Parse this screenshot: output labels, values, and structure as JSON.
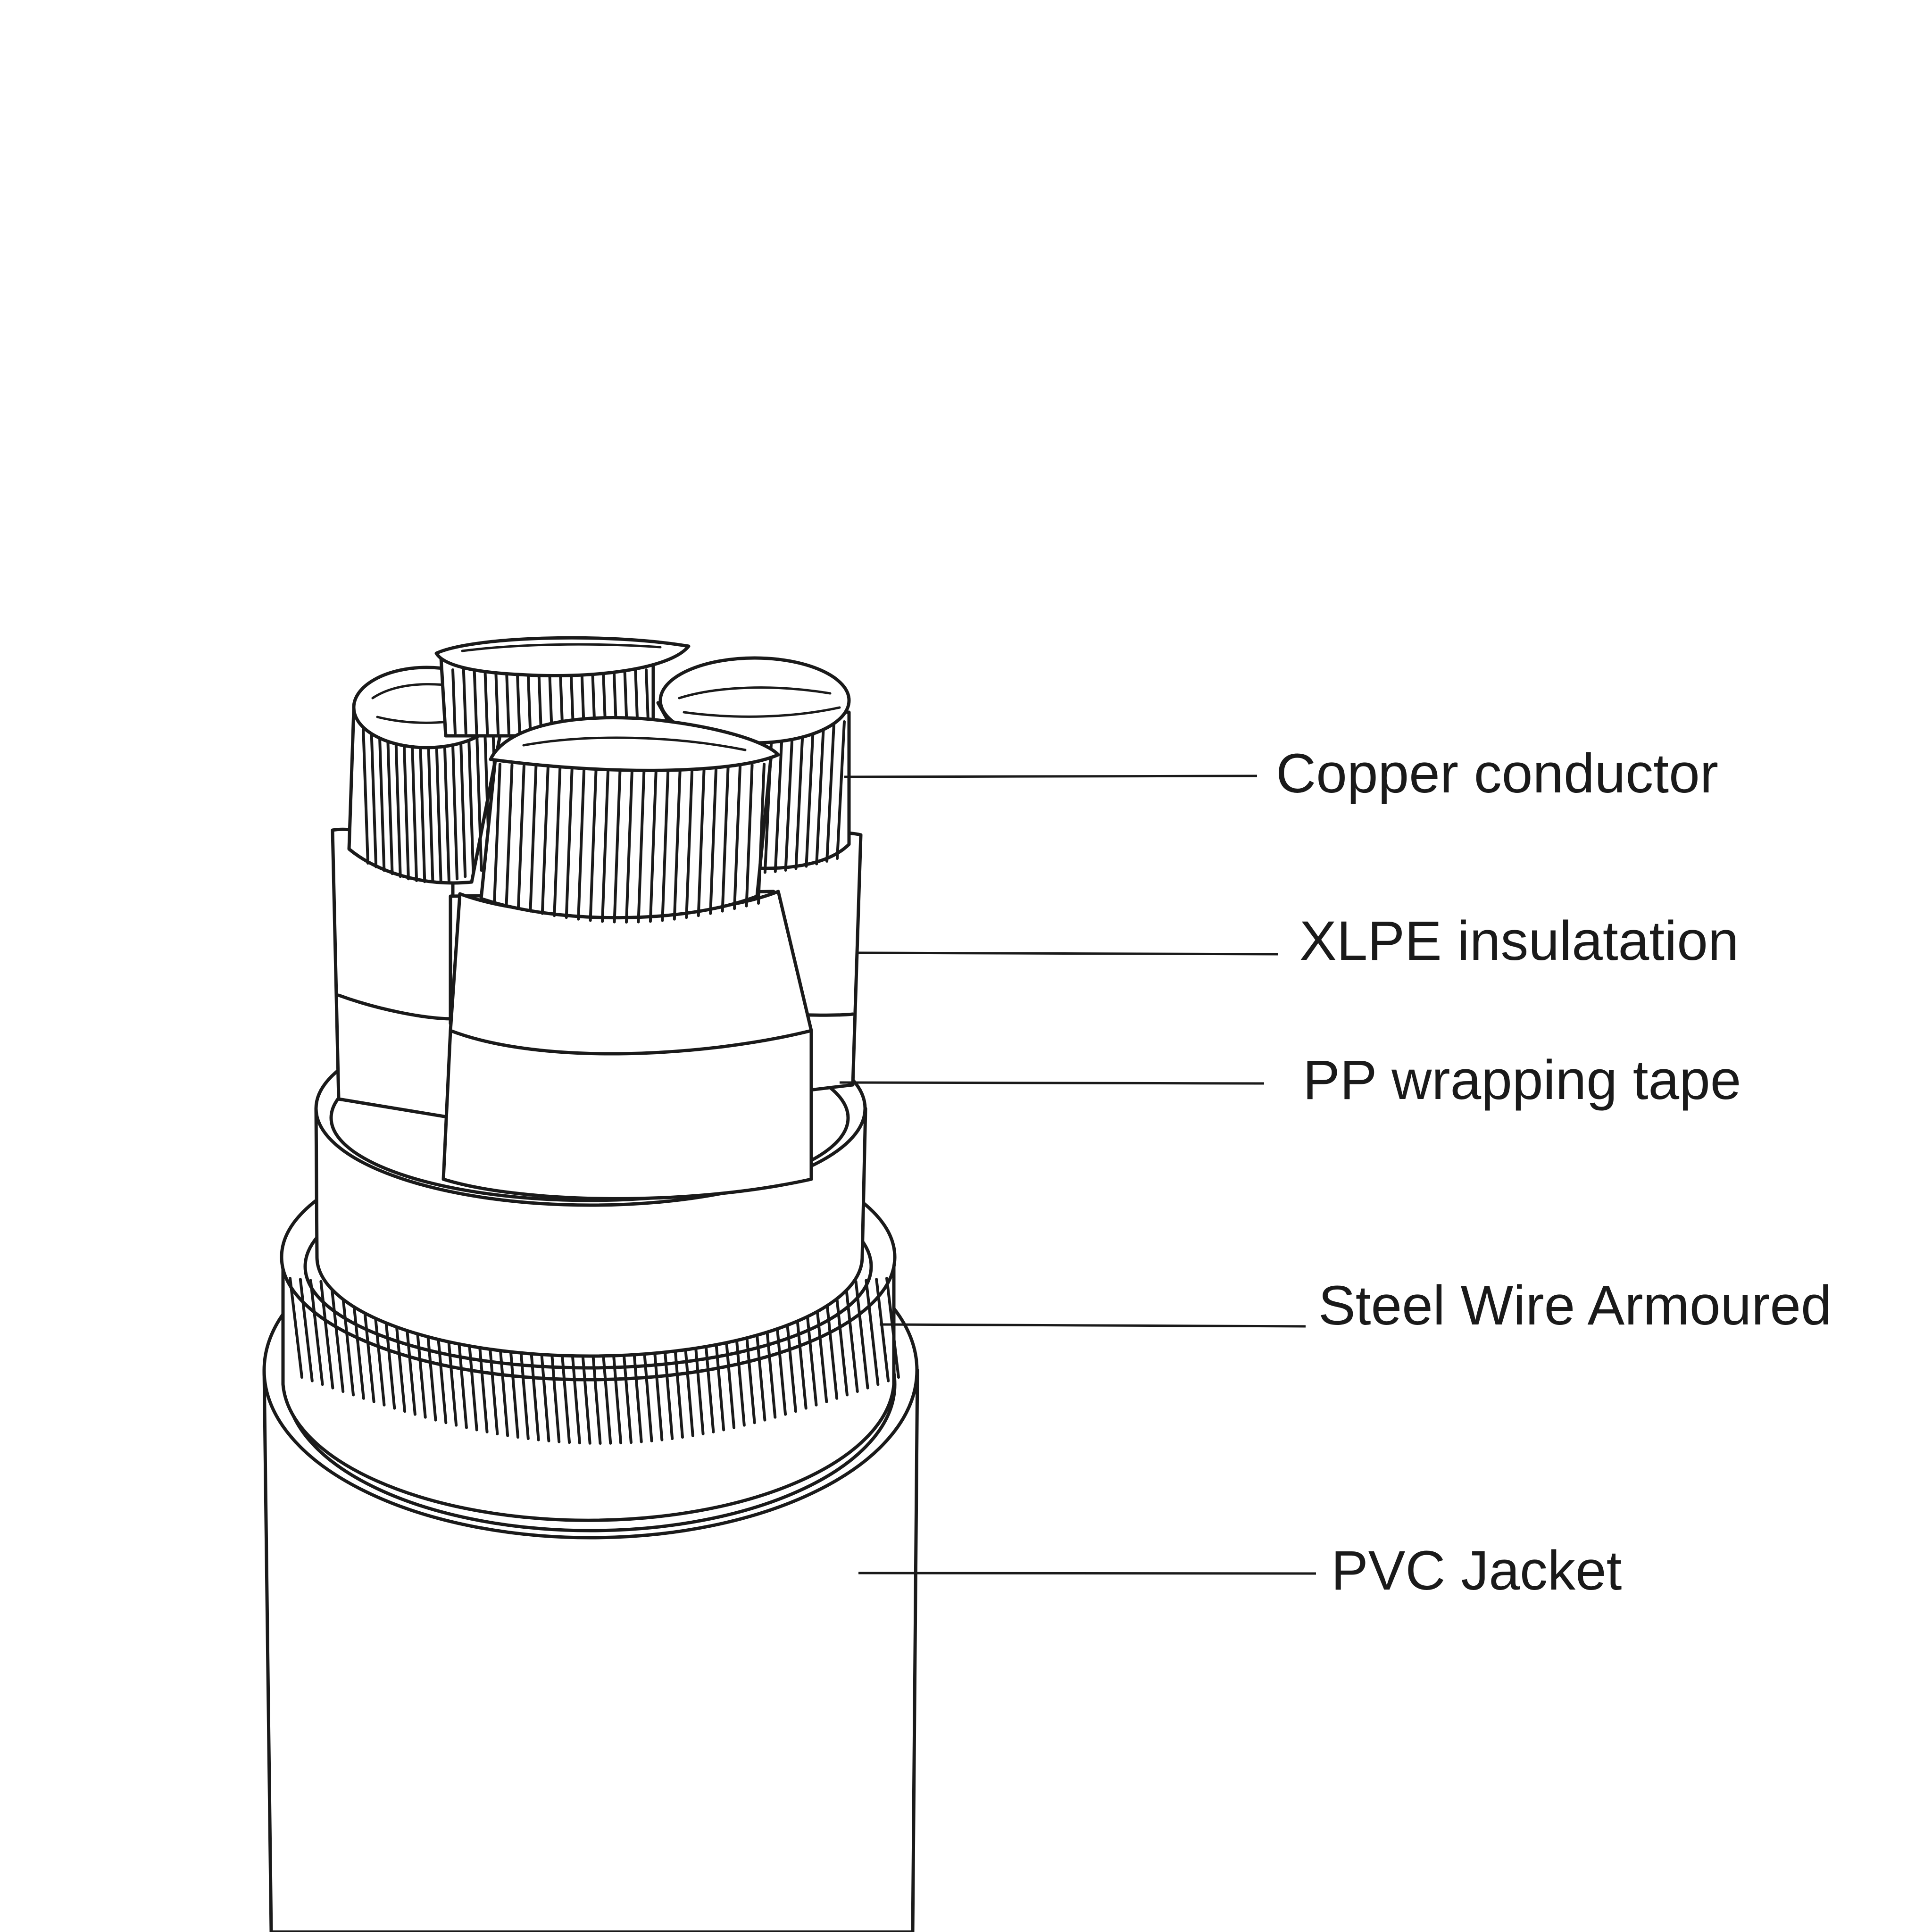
{
  "diagram": {
    "labels": [
      {
        "id": "copper-conductor",
        "text": "Copper conductor"
      },
      {
        "id": "xlpe-insulation",
        "text": "XLPE insulatation"
      },
      {
        "id": "pp-wrapping-tape",
        "text": "PP wrapping tape"
      },
      {
        "id": "steel-wire-armoured",
        "text": "Steel Wire Armoured"
      },
      {
        "id": "pvc-jacket",
        "text": "PVC Jacket"
      }
    ],
    "colors": {
      "line": "#1a1a1a",
      "fill": "#ffffff"
    }
  }
}
